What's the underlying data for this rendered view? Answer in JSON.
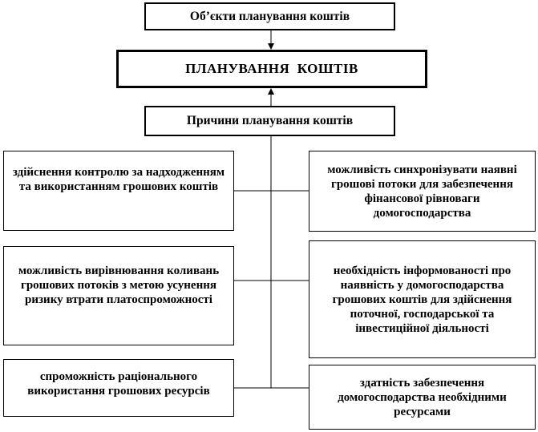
{
  "diagram": {
    "objects_box": "Об’єкти планування коштів",
    "main_box": "ПЛАНУВАННЯ  КОШТІВ",
    "reasons_box": "Причини планування коштів",
    "left_reasons": [
      "здійснення контролю за надходженням та використанням грошових коштів",
      "можливість вирівнювання коливань грошових потоків з метою усунення ризику втрати платоспроможності",
      "спроможність раціонального використання грошових ресурсів"
    ],
    "right_reasons": [
      "можливість синхронізувати наявні грошові потоки для забезпечення фінансової рівноваги домогосподарства",
      "необхідність інформованості про наявність у домогосподарства грошових коштів для здійснення поточної, господарської та інвестиційної діяльності",
      "здатність забезпечення домогосподарства необхідними ресурсами"
    ]
  }
}
